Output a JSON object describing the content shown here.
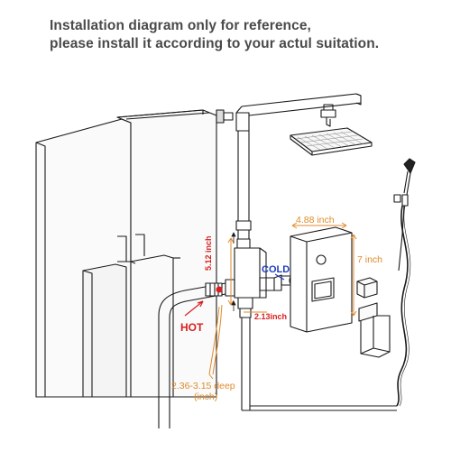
{
  "header": {
    "line1": "Installation diagram only for reference,",
    "line2": "please install it according to your actul suitation."
  },
  "labels": {
    "width": "4.88 inch",
    "height_trim": "7 inch",
    "valve_height": "5.12 inch",
    "valve_width": "2.13inch",
    "cold": "COLD",
    "hot": "HOT",
    "depth_line1": "2.36-3.15 deep",
    "depth_line2": "(inch)"
  },
  "colors": {
    "line": "#1a1a1a",
    "dimension": "#e08a2a",
    "hot": "#d62020",
    "cold": "#1d3fbf",
    "header": "#4a4a4a"
  },
  "icons": [
    "shower-head-icon",
    "handheld-shower-icon",
    "valve-body-icon",
    "trim-plate-icon",
    "handle-icon"
  ]
}
